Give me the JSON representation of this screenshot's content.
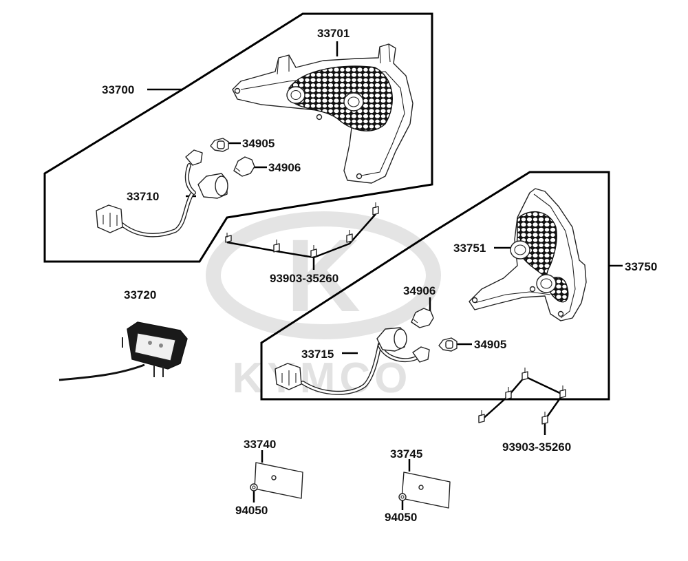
{
  "watermark": {
    "brand": "KYMCO",
    "logo_letter": "K",
    "color": "#e2e2e2"
  },
  "colors": {
    "line": "#000000",
    "background": "#ffffff"
  },
  "labels": {
    "p33700": "33700",
    "p33701": "33701",
    "p34905_a": "34905",
    "p34906_a": "34906",
    "p33710": "33710",
    "p93903_a": "93903-35260",
    "p33720": "33720",
    "p33751": "33751",
    "p33750": "33750",
    "p34906_b": "34906",
    "p34905_b": "34905",
    "p33715": "33715",
    "p93903_b": "93903-35260",
    "p33740": "33740",
    "p94050_a": "94050",
    "p33745": "33745",
    "p94050_b": "94050"
  }
}
